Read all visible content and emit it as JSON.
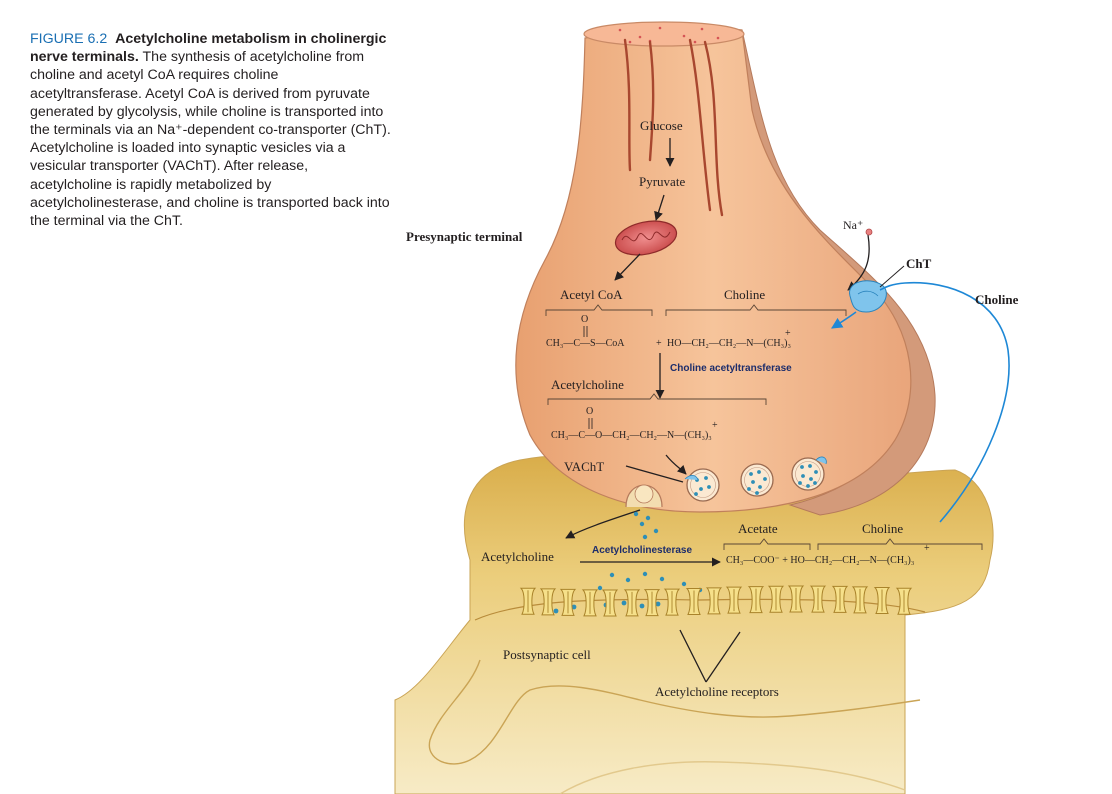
{
  "caption": {
    "figure_label": "FIGURE 6.2",
    "title": "Acetylcholine metabolism in cholinergic nerve terminals.",
    "body": "The synthesis of acetylcholine from choline and acetyl CoA requires choline acetyltransferase. Acetyl CoA is derived from pyruvate generated by glycolysis, while choline is transported into the terminals via an Na⁺-dependent co-transporter (ChT). Acetylcholine is loaded into synaptic vesicles via a vesicular transporter (VAChT). After release, acetylcholine is rapidly metabolized by acetylcholinesterase, and choline is transported back into the terminal via the ChT."
  },
  "labels": {
    "presynaptic_terminal": "Presynaptic terminal",
    "glucose": "Glucose",
    "pyruvate": "Pyruvate",
    "na_plus": "Na⁺",
    "cht": "ChT",
    "choline_outside": "Choline",
    "acetyl_coa": "Acetyl CoA",
    "choline_top": "Choline",
    "choline_acetyltransferase": "Choline acetyltransferase",
    "acetylcholine_inside": "Acetylcholine",
    "vacht": "VAChT",
    "acetate": "Acetate",
    "choline_cleft": "Choline",
    "acetylcholine_cleft": "Acetylcholine",
    "acetylcholinesterase": "Acetylcholinesterase",
    "postsynaptic_cell": "Postsynaptic cell",
    "acetylcholine_receptors": "Acetylcholine receptors"
  },
  "formulas": {
    "acetyl_coa_o": "O",
    "acetyl_coa": "CH₃—C—S—CoA",
    "plus": "+",
    "choline_charge": "+",
    "choline": "HO—CH₂—CH₂—N—(CH₃)₃",
    "ach_o": "O",
    "ach_charge": "+",
    "acetylcholine": "CH₃—C—O—CH₂—CH₂—N—(CH₃)₃",
    "acetate_choline_charge": "+",
    "acetate_choline": "CH₃—COO⁻ + HO—CH₂—CH₂—N—(CH₃)₃"
  },
  "colors": {
    "terminal_fill": "#f2b07f",
    "terminal_edge": "#c98a66",
    "postsynaptic_fill": "#e6c36c",
    "cleft_fill": "#f4e3a8",
    "transporter_blue": "#66b8e6",
    "arrow_blue": "#1e88d6",
    "receptor_yellow": "#f6e08a",
    "enzyme_text": "#1d2d6b",
    "caption_blue": "#1a6fb3"
  }
}
